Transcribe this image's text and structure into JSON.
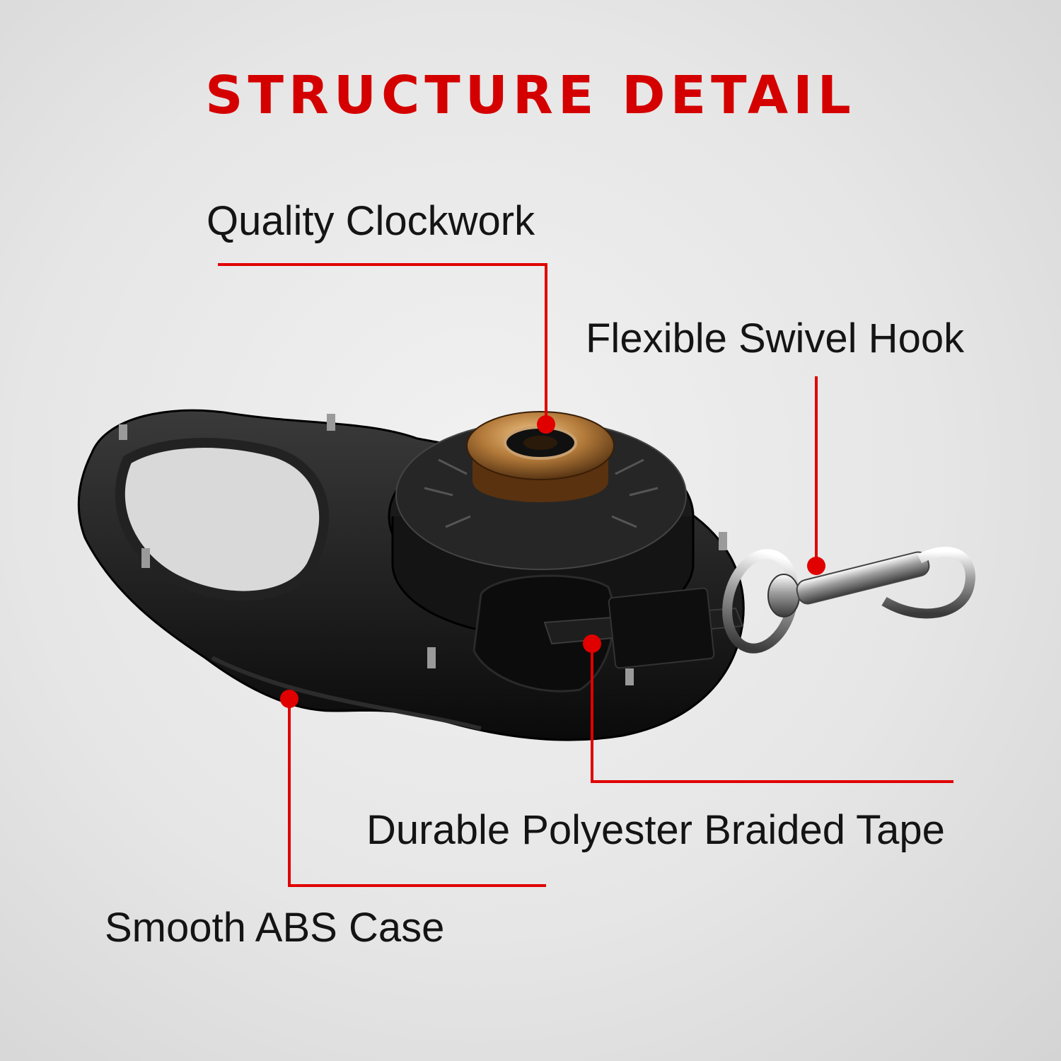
{
  "title": "STRUCTURE DETAIL",
  "callouts": {
    "clockwork": "Quality Clockwork",
    "swivel_hook": "Flexible Swivel Hook",
    "braided_tape": "Durable Polyester Braided Tape",
    "abs_case": "Smooth ABS Case"
  },
  "colors": {
    "title": "#d40000",
    "callout_line": "#e00000",
    "label_text": "#141414",
    "background": "#e6e6e6"
  }
}
